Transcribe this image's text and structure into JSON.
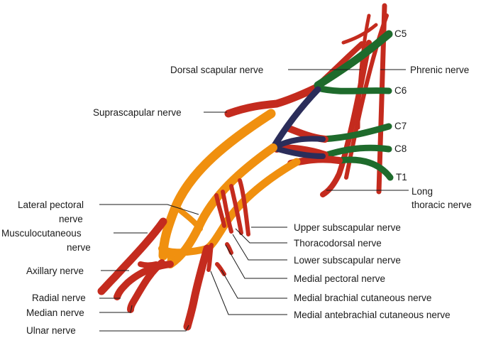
{
  "colors": {
    "posterior_cord": "#f0900f",
    "nerve_red": "#c42b1e",
    "root_green": "#1e6b2c",
    "division_navy": "#2b2d5a",
    "leader_line": "#1a1a1a"
  },
  "roots": {
    "c5": "C5",
    "c6": "C6",
    "c7": "C7",
    "c8": "C8",
    "t1": "T1"
  },
  "labels": {
    "dorsal_scapular": "Dorsal scapular nerve",
    "phrenic": "Phrenic nerve",
    "suprascapular": "Suprascapular nerve",
    "long_thoracic_1": "Long",
    "long_thoracic_2": "thoracic nerve",
    "lateral_pectoral_1": "Lateral pectoral",
    "lateral_pectoral_2": "nerve",
    "musculocutaneous_1": "Musculocutaneous",
    "musculocutaneous_2": "nerve",
    "upper_subscapular": "Upper subscapular nerve",
    "thoracodorsal": "Thoracodorsal nerve",
    "lower_subscapular": "Lower subscapular nerve",
    "axillary": "Axillary nerve",
    "medial_pectoral": "Medial pectoral nerve",
    "radial": "Radial nerve",
    "medial_brachial_cutaneous": "Medial brachial cutaneous nerve",
    "median": "Median nerve",
    "medial_antebrachial_cutaneous": "Medial antebrachial cutaneous nerve",
    "ulnar": "Ulnar nerve"
  }
}
